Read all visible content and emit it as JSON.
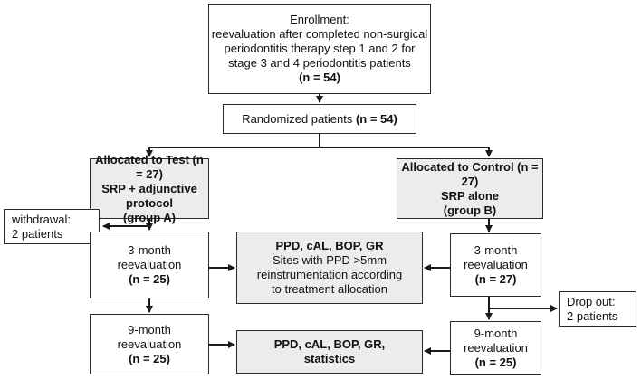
{
  "enrollment": {
    "title": "Enrollment:",
    "line1": "reevaluation after completed non-surgical",
    "line2": "periodontitis therapy step 1 and 2 for",
    "line3": "stage 3 and 4 periodontitis patients",
    "n": "(n = 54)"
  },
  "randomized": {
    "label": "Randomized patients ",
    "n": "(n = 54)"
  },
  "test_arm": {
    "line1": "Allocated to Test (n = 27)",
    "line2": "SRP + adjunctive protocol",
    "line3": "(group A)"
  },
  "control_arm": {
    "line1": "Allocated to Control (n = 27)",
    "line2": "SRP alone",
    "line3": "(group B)"
  },
  "withdrawal": {
    "line1": "withdrawal:",
    "line2": "2 patients"
  },
  "dropout": {
    "line1": "Drop out:",
    "line2": "2 patients"
  },
  "test_3m": {
    "line1": "3-month",
    "line2": "reevaluation",
    "n": "(n = 25)"
  },
  "control_3m": {
    "line1": "3-month",
    "line2": "reevaluation",
    "n": "(n = 27)"
  },
  "center_3m": {
    "line1": "PPD, cAL, BOP, GR",
    "line2": "Sites with PPD >5mm",
    "line3": "reinstrumentation according",
    "line4": "to treatment allocation"
  },
  "test_9m": {
    "line1": "9-month",
    "line2": "reevaluation",
    "n": "(n = 25)"
  },
  "control_9m": {
    "line1": "9-month",
    "line2": "reevaluation",
    "n": "(n = 25)"
  },
  "center_9m": {
    "line1": "PPD, cAL, BOP, GR,",
    "line2": "statistics"
  },
  "colors": {
    "border": "#2b2b2b",
    "grey_fill": "#ececec",
    "arrow": "#1a1a1a"
  }
}
